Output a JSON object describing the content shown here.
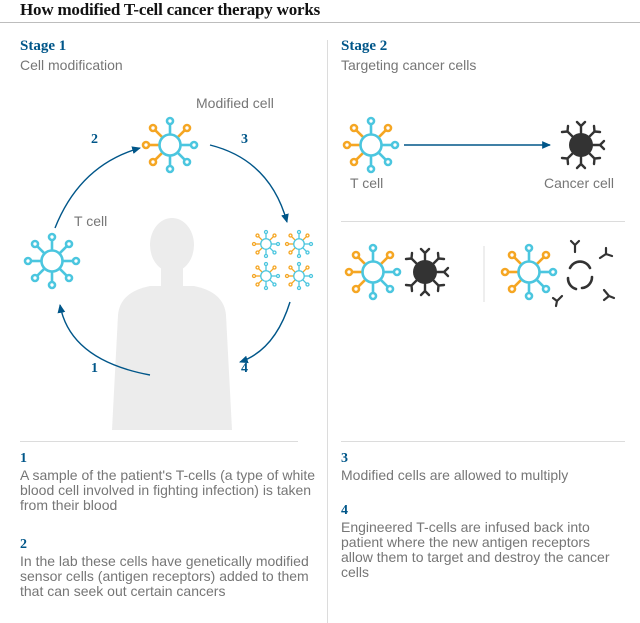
{
  "title": "How modified T-cell cancer therapy works",
  "stage1": {
    "heading": "Stage 1",
    "subheading": "Cell modification"
  },
  "stage2": {
    "heading": "Stage 2",
    "subheading": "Targeting cancer cells"
  },
  "labels": {
    "modified_cell": "Modified cell",
    "t_cell_left": "T cell",
    "t_cell_right": "T cell",
    "cancer_cell": "Cancer cell"
  },
  "diagram_numbers": [
    "1",
    "2",
    "3",
    "4"
  ],
  "steps": [
    {
      "num": "1",
      "text": "A sample of the patient's T-cells (a type of white blood cell involved in fighting infection) is taken from their blood"
    },
    {
      "num": "2",
      "text": "In the lab these cells have genetically modified sensor cells (antigen receptors) added to them that can seek out certain cancers"
    },
    {
      "num": "3",
      "text": "Modified cells are allowed to multiply"
    },
    {
      "num": "4",
      "text": "Engineered T-cells are infused back into patient where the new antigen receptors allow them to target and destroy the cancer cells"
    }
  ],
  "colors": {
    "tcell": "#4bc6df",
    "receptor": "#f5a623",
    "cancer": "#333333",
    "arrow": "#005689",
    "silhouette": "#ececec"
  }
}
